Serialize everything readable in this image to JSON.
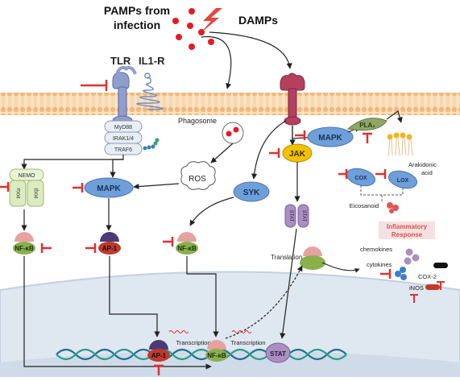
{
  "labels": {
    "pamps": [
      "PAMPs from",
      "infection"
    ],
    "damps": "DAMPs",
    "tlr": "TLR",
    "il1r": "IL1-R",
    "phagosome": "Phagosome",
    "myd88": "MyD88",
    "irak": "IRAK1/4",
    "traf6": "TRAF6",
    "nemo": "NEMO",
    "ikka": "IKKα",
    "ikkb": "IKKβ",
    "ros": "ROS",
    "mapk_left": "MAPK",
    "mapk_right": "MAPK",
    "pla2": "PLA₂",
    "jak": "JAK",
    "syk": "SYK",
    "stat_a": "STAT",
    "stat_b": "STAT",
    "stat_nuc": "STAT",
    "arachidonic": [
      "Arakidonic",
      "acid"
    ],
    "cox": "COX",
    "lox": "LOX",
    "eicosanoid": "Eicosanoid",
    "inflammatory": [
      "Inflammatory",
      "Response"
    ],
    "chemokines": "chemokines",
    "cytokines": "cytokines",
    "cox2": "COX-2",
    "inos": "iNOS",
    "translation": "Translation",
    "nfkb_1": "NF-κB",
    "nfkb_2": "NF-κB",
    "nfkb_nuc": "NF-κB",
    "ap1": "AP-1",
    "ap1_nuc": "AP-1",
    "transcription_1": "Transcription",
    "transcription_2": "Transcription"
  },
  "colors": {
    "receptor_left": "#8f9fcc",
    "receptor_right": "#b5405e",
    "membrane": "#f5c58a",
    "kinase": "#6f9fd8",
    "jak": "#f2c200",
    "pla2": "#8fa765",
    "stat": "#a990c0",
    "nfkb_top": "#e6a2a0",
    "nfkb_bottom": "#8ab04e",
    "ap1_top": "#4a3a78",
    "ap1_bottom": "#c0392b",
    "damp_dot": "#e31b23",
    "inhibit": "#e03030",
    "nucleus": "#dde6f0",
    "dna": "#1f6f8b",
    "inflammatory_text": "#d9534f"
  }
}
